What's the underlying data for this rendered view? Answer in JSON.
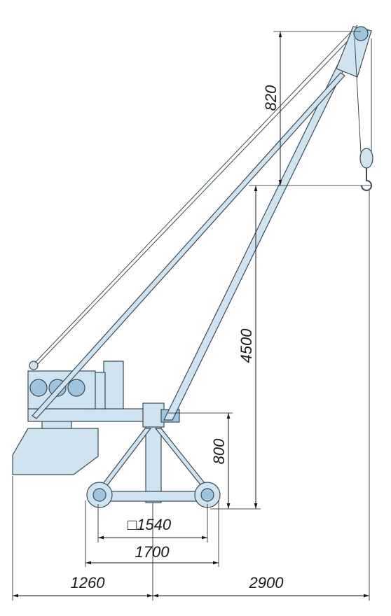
{
  "dimensions": {
    "hook_drop": "820",
    "lift_height": "4500",
    "base_height": "800",
    "base_square": "□1540",
    "base_width": "1700",
    "counter_reach": "1260",
    "boom_reach": "2900"
  },
  "colors": {
    "machine_fill": "#cfe3f1",
    "machine_shade": "#9fc4df",
    "outline": "#3a4a55",
    "dimension_lines": "#1a1a1a"
  }
}
